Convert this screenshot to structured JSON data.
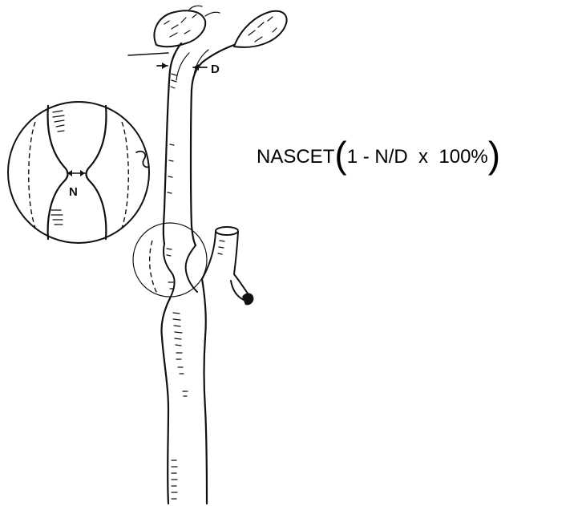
{
  "figure": {
    "labels": {
      "diameter_label": "D",
      "narrowest_label": "N"
    }
  },
  "formula": {
    "name": "NASCET",
    "open_paren": "(",
    "expression": "1 - N/D  x  100%",
    "close_paren": ")"
  },
  "colors": {
    "ink": "#111111",
    "background": "#ffffff"
  }
}
